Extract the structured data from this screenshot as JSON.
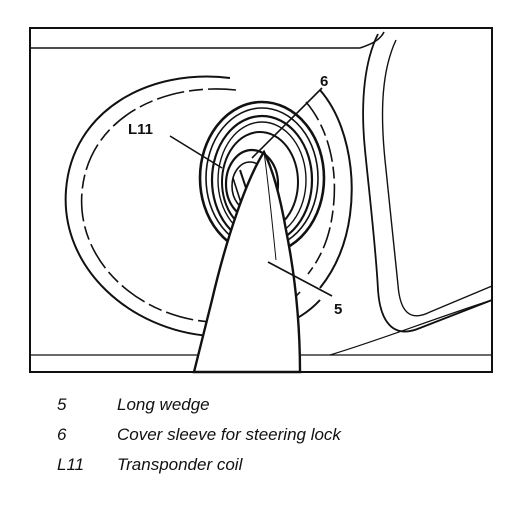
{
  "figure": {
    "callouts": {
      "wedge": "5",
      "sleeve": "6",
      "coil": "L11"
    }
  },
  "legend": [
    {
      "key": "5",
      "text": "Long wedge"
    },
    {
      "key": "6",
      "text": "Cover sleeve for steering lock"
    },
    {
      "key": "L11",
      "text": "Transponder coil"
    }
  ],
  "colors": {
    "ink": "#111111",
    "paper": "#ffffff"
  }
}
